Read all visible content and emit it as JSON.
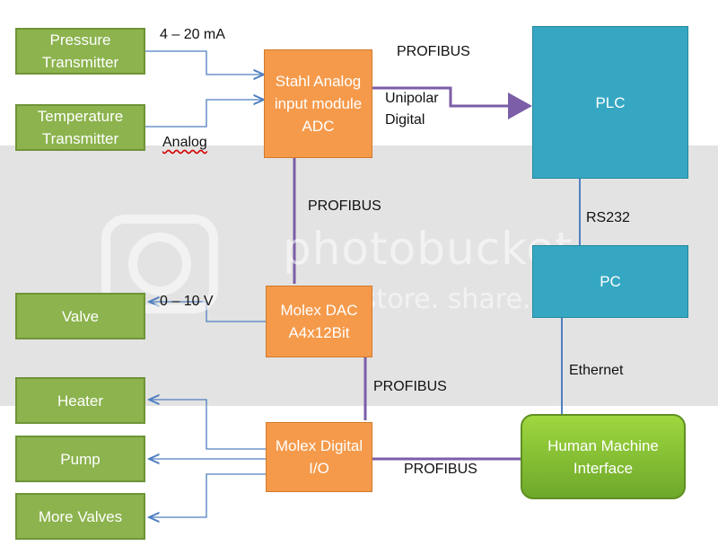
{
  "nodes": {
    "pressure_transmitter": "Pressure Transmitter",
    "temperature_transmitter": "Temperature Transmitter",
    "stahl_module": "Stahl Analog input module ADC",
    "plc": "PLC",
    "pc": "PC",
    "valve": "Valve",
    "molex_dac": "Molex DAC A4x12Bit",
    "heater": "Heater",
    "pump": "Pump",
    "more_valves": "More Valves",
    "molex_dio": "Molex Digital I/O",
    "hmi": "Human Machine Interface"
  },
  "labels": {
    "current_loop": "4 – 20 mA",
    "analog": "Analog",
    "profibus_top": "PROFIBUS",
    "unipolar_digital": "Unipolar Digital",
    "profibus_mid": "PROFIBUS",
    "rs232": "RS232",
    "voltage": "0 – 10 V",
    "profibus_lower": "PROFIBUS",
    "ethernet": "Ethernet",
    "profibus_bottom": "PROFIBUS"
  },
  "watermark": {
    "brand": "photobucket",
    "tagline": "host. store. share."
  },
  "colors": {
    "field_device": "#8cb34d",
    "profibus_module": "#f59a4b",
    "controller": "#36a7c3",
    "hmi": "#7fbf2f",
    "profibus_line": "#7b5ea7",
    "signal_arrow": "#4f7fc0",
    "link_line": "#4f7fc0"
  }
}
